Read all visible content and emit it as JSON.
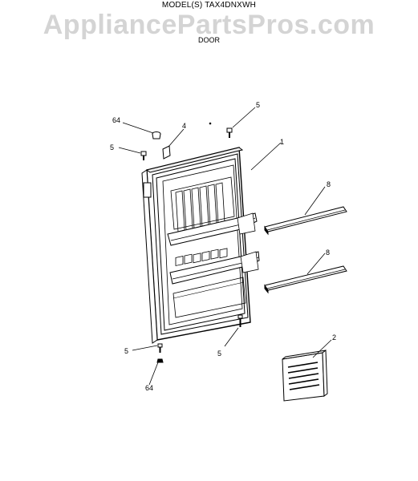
{
  "header": {
    "model": "MODEL(S) TAX4DNXWH",
    "watermark": "AppliancePartsPros.com",
    "section": "DOOR"
  },
  "callouts": [
    "64",
    "4",
    "5",
    "5",
    "1",
    "8",
    "8",
    "5",
    "5",
    "64",
    "2"
  ],
  "colors": {
    "line": "#000000",
    "watermark": "#d4d4d4",
    "background": "#ffffff"
  }
}
